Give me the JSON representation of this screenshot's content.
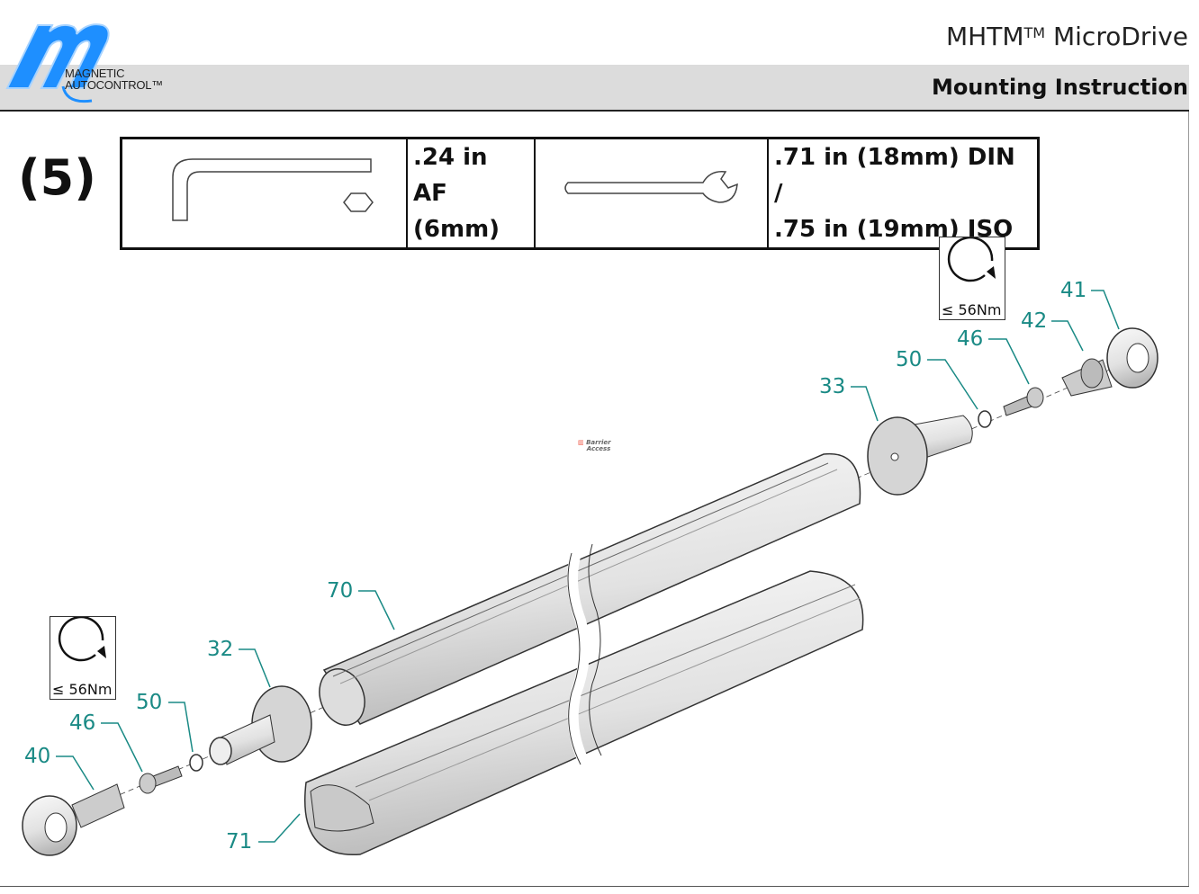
{
  "header": {
    "logo_text": [
      "MAGNETIC",
      "AUTOCONTROL™"
    ],
    "product": "MHTM",
    "product_tm": "TM",
    "product_name": "MicroDrive",
    "section": "Mounting Instruction"
  },
  "step": "(5)",
  "tools": [
    {
      "icon": "hex-key-icon",
      "size": [
        ".24 in AF",
        "(6mm)"
      ]
    },
    {
      "icon": "open-wrench-icon",
      "size": [
        ".71 in (18mm) DIN /",
        ".75 in (19mm) ISO"
      ]
    }
  ],
  "torque": [
    "≤ 56Nm",
    "≤ 56Nm"
  ],
  "parts": [
    "41",
    "42",
    "46",
    "50",
    "33",
    "70",
    "32",
    "50",
    "46",
    "40",
    "71"
  ],
  "watermark": [
    "Barrier",
    "Access"
  ],
  "colors": {
    "label": "#1a8a85",
    "logo": "#1e8fff",
    "band": "#dcdcdc"
  }
}
